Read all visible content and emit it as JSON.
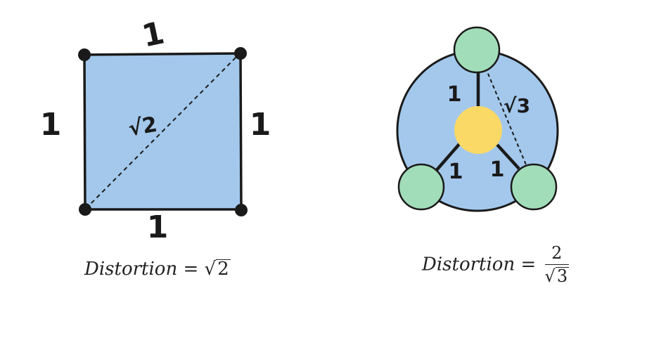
{
  "left_figure": {
    "edge_labels": {
      "top": "1",
      "left": "1",
      "right": "1",
      "bottom": "1"
    },
    "diagonal_label": "√2",
    "fill_color": "#a3c8ec",
    "vertex_color": "#1a1a1a"
  },
  "right_figure": {
    "spoke_labels": {
      "up": "1",
      "down_left": "1",
      "down_right": "1"
    },
    "chord_label": "√3",
    "disk_color": "#a3c8ec",
    "center_color": "#fbd966",
    "leaf_color": "#a2ddb9"
  },
  "equations": {
    "left": {
      "lhs": "Distortion",
      "op": "=",
      "radicand": "2"
    },
    "right": {
      "lhs": "Distortion",
      "op": "=",
      "numerator": "2",
      "denominator_radicand": "3"
    }
  }
}
